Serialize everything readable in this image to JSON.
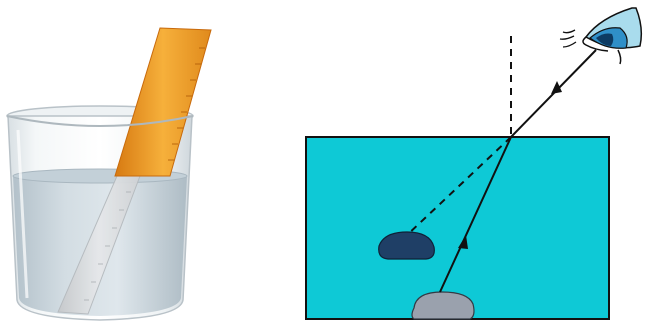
{
  "figure": {
    "panels": [
      {
        "id": "beaker-panel",
        "depicts": "ruler-in-water-beaker"
      },
      {
        "id": "refraction-panel",
        "depicts": "refraction-of-light-from-stone"
      }
    ],
    "colors": {
      "ruler_orange": "#f0a02a",
      "ruler_orange_dark": "#c86a0c",
      "water_pale": "#c9d5dc",
      "glass_edge": "#b9c2c8",
      "tank_water": "#0ec9d6",
      "real_stone": "#9aa1ad",
      "image_stone": "#1f3f66",
      "eye_iris": "#2f8fc8",
      "eye_outer": "#a9dced",
      "line_black": "#111111"
    },
    "icons": {
      "eye": "eye-icon",
      "arrow": "arrowhead-icon"
    }
  }
}
